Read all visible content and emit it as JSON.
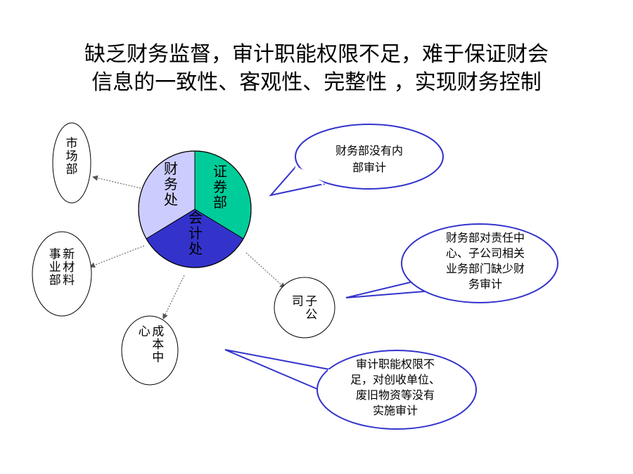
{
  "title": {
    "line1": "缺乏财务监督，审计职能权限不足，难于保证财会",
    "line2": "信息的一致性、客观性、完整性 ，实现财务控制"
  },
  "pie": {
    "segments": [
      {
        "label": "财务处",
        "color": "#ccccff"
      },
      {
        "label": "证券部",
        "color": "#00cc99"
      },
      {
        "label": "会计处",
        "color": "#3333cc"
      }
    ]
  },
  "departments": [
    {
      "id": "market",
      "label": "市场部"
    },
    {
      "id": "new-material",
      "label": "新材料事业部"
    },
    {
      "id": "cost-center",
      "label": "成本中心"
    },
    {
      "id": "subsidiary",
      "label": "子公司"
    }
  ],
  "callouts": [
    {
      "lines": [
        "财务部没有内",
        "部审计"
      ]
    },
    {
      "lines": [
        "财务部对责任中",
        "心、子公司相关",
        "业务部门缺少财",
        "务审计"
      ]
    },
    {
      "lines": [
        "审计职能权限不",
        "足，对创收单位、",
        "废旧物资等没有",
        "实施审计"
      ]
    }
  ],
  "colors": {
    "callout_border": "#3333cc",
    "arrow": "#555555"
  }
}
